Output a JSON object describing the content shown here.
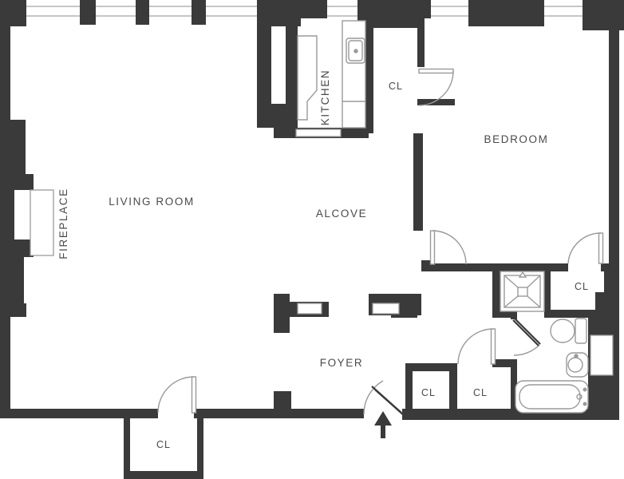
{
  "floorplan": {
    "rooms": {
      "living_room": "LIVING ROOM",
      "kitchen": "KITCHEN",
      "alcove": "ALCOVE",
      "bedroom": "BEDROOM",
      "foyer": "FOYER",
      "fireplace": "FIREPLACE",
      "closet_abbr": "CL"
    },
    "icons": {
      "entry_arrow": "up-arrow"
    },
    "colors": {
      "wall": "#3a3a3a",
      "fixture_line": "#9a9a9a",
      "window_line": "#b4b4b4",
      "label": "#4a4a4a",
      "background": "#ffffff"
    }
  }
}
